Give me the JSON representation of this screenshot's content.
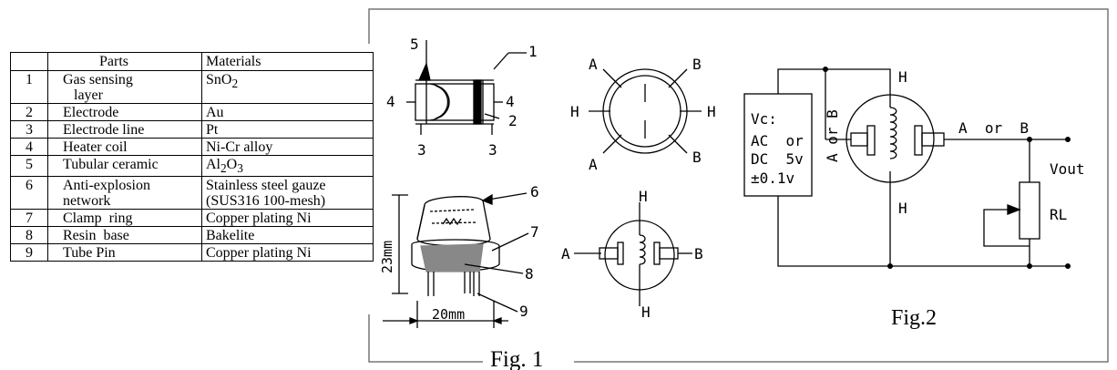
{
  "table": {
    "headers": [
      "",
      "Parts",
      "Materials"
    ],
    "rows": [
      {
        "no": "1",
        "part": "Gas sensing",
        "part2": "layer",
        "material": "SnO",
        "material_sub": "2"
      },
      {
        "no": "2",
        "part": "Electrode",
        "material": "Au"
      },
      {
        "no": "3",
        "part": "Electrode line",
        "material": "Pt"
      },
      {
        "no": "4",
        "part": "Heater coil",
        "material": "Ni-Cr alloy"
      },
      {
        "no": "5",
        "part": "Tubular ceramic",
        "material": "Al",
        "material_sub": "2",
        "material_tail": "O",
        "material_sub2": "3"
      },
      {
        "no": "6",
        "part": "Anti-explosion",
        "part2": "network",
        "material": "Stainless steel gauze",
        "material2": "(SUS316 100-mesh)"
      },
      {
        "no": "7",
        "part": "Clamp  ring",
        "material": "Copper plating Ni"
      },
      {
        "no": "8",
        "part": "Resin  base",
        "material": "Bakelite"
      },
      {
        "no": "9",
        "part": "Tube Pin",
        "material": "Copper plating Ni"
      }
    ]
  },
  "fig1": {
    "caption": "Fig. 1",
    "callouts": {
      "c1": "1",
      "c2": "2",
      "c3a": "3",
      "c3b": "3",
      "c4a": "4",
      "c4b": "4",
      "c5": "5",
      "c6": "6",
      "c7": "7",
      "c8": "8",
      "c9": "9"
    },
    "dim_height": "23mm",
    "dim_width": "20mm",
    "pins_top": {
      "a1": "A",
      "b1": "B",
      "h1": "H",
      "h2": "H",
      "a2": "A",
      "b2": "B"
    },
    "pins_bottom": {
      "h1": "H",
      "h2": "H",
      "a": "A",
      "b": "B"
    }
  },
  "fig2": {
    "caption": "Fig.2",
    "supply": [
      "Vc:",
      "AC  or",
      "DC  5v",
      "±0.1v"
    ],
    "label_h_top": "H",
    "label_h_bottom": "H",
    "label_a_or_b_left": "A or B",
    "label_a_or_b_right": "A  or  B",
    "label_vout": "Vout",
    "label_rl": "RL"
  }
}
